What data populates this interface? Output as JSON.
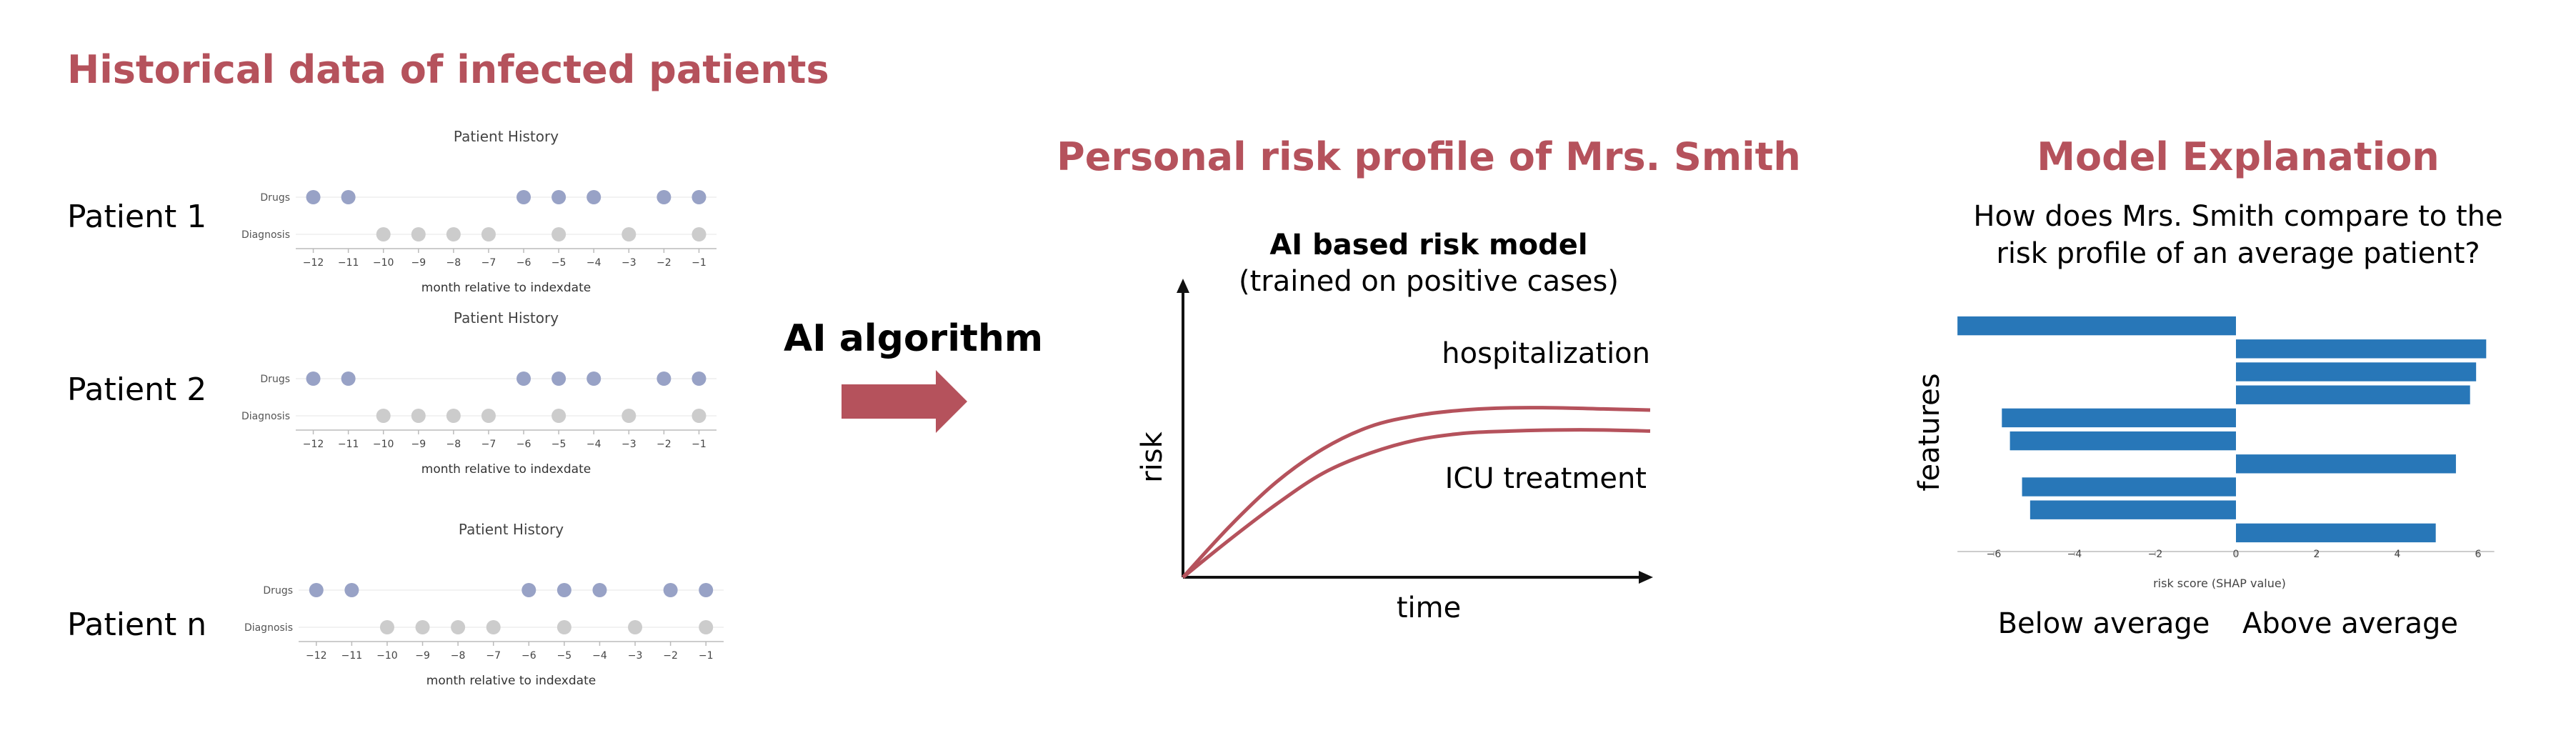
{
  "left": {
    "heading": "Historical data of infected patients",
    "panels": [
      {
        "patient_label": "Patient 1",
        "title": "Patient History",
        "row_labels": [
          "Drugs",
          "Diagnosis"
        ],
        "xlabel": "month relative to indexdate"
      },
      {
        "patient_label": "Patient 2",
        "title": "Patient History",
        "row_labels": [
          "Drugs",
          "Diagnosis"
        ],
        "xlabel": "month relative to indexdate"
      },
      {
        "patient_label": "Patient n",
        "title": "Patient History",
        "row_labels": [
          "Drugs",
          "Diagnosis"
        ],
        "xlabel": "month relative to indexdate"
      }
    ]
  },
  "middle": {
    "arrow_label": "AI algorithm",
    "heading": "Personal risk profile of Mrs. Smith",
    "model_title_line1": "AI based risk model",
    "model_title_line2": "(trained on positive cases)",
    "curve_labels": [
      "hospitalization",
      "ICU treatment"
    ],
    "xlabel": "time",
    "ylabel": "risk"
  },
  "right": {
    "heading": "Model Explanation",
    "question_line1": "How does Mrs. Smith compare to the",
    "question_line2": "risk profile of an average patient?",
    "below_label": "Below average",
    "above_label": "Above average"
  },
  "colors": {
    "heading": "#b5525c",
    "drug_dot": "#98a2c6",
    "diagnosis_dot": "#cccccc",
    "curve": "#b5525c",
    "arrow": "#b5525c",
    "bar": "#2877b8"
  },
  "chart_data": [
    {
      "type": "scatter",
      "title": "Patient History",
      "xlabel": "month relative to indexdate",
      "categories": [
        "Drugs",
        "Diagnosis"
      ],
      "x_ticks": [
        -12,
        -11,
        -10,
        -9,
        -8,
        -7,
        -6,
        -5,
        -4,
        -3,
        -2,
        -1
      ],
      "xlim": [
        -12.5,
        -0.5
      ],
      "series": [
        {
          "name": "Drugs",
          "x": [
            -12,
            -11,
            -6,
            -5,
            -4,
            -2,
            -1
          ]
        },
        {
          "name": "Diagnosis",
          "x": [
            -10,
            -9,
            -8,
            -7,
            -5,
            -3,
            -1
          ]
        }
      ]
    },
    {
      "type": "scatter",
      "title": "Patient History",
      "xlabel": "month relative to indexdate",
      "categories": [
        "Drugs",
        "Diagnosis"
      ],
      "x_ticks": [
        -12,
        -11,
        -10,
        -9,
        -8,
        -7,
        -6,
        -5,
        -4,
        -3,
        -2,
        -1
      ],
      "xlim": [
        -12.5,
        -0.5
      ],
      "series": [
        {
          "name": "Drugs",
          "x": [
            -12,
            -11,
            -6,
            -5,
            -4,
            -2,
            -1
          ]
        },
        {
          "name": "Diagnosis",
          "x": [
            -10,
            -9,
            -8,
            -7,
            -5,
            -3,
            -1
          ]
        }
      ]
    },
    {
      "type": "scatter",
      "title": "Patient History",
      "xlabel": "month relative to indexdate",
      "categories": [
        "Drugs",
        "Diagnosis"
      ],
      "x_ticks": [
        -12,
        -11,
        -10,
        -9,
        -8,
        -7,
        -6,
        -5,
        -4,
        -3,
        -2,
        -1
      ],
      "xlim": [
        -12.5,
        -0.5
      ],
      "series": [
        {
          "name": "Drugs",
          "x": [
            -12,
            -11,
            -6,
            -5,
            -4,
            -2,
            -1
          ]
        },
        {
          "name": "Diagnosis",
          "x": [
            -10,
            -9,
            -8,
            -7,
            -5,
            -3,
            -1
          ]
        }
      ]
    },
    {
      "type": "line",
      "title": "AI based risk model (trained on positive cases)",
      "xlabel": "time",
      "ylabel": "risk",
      "series": [
        {
          "name": "hospitalization",
          "x": [
            0,
            0.1,
            0.2,
            0.3,
            0.4,
            0.5,
            0.6,
            0.7,
            0.8,
            0.9,
            1.0
          ],
          "y": [
            0,
            0.23,
            0.43,
            0.58,
            0.68,
            0.73,
            0.755,
            0.765,
            0.765,
            0.76,
            0.755
          ]
        },
        {
          "name": "ICU treatment",
          "x": [
            0,
            0.1,
            0.2,
            0.3,
            0.4,
            0.5,
            0.6,
            0.7,
            0.8,
            0.9,
            1.0
          ],
          "y": [
            0,
            0.17,
            0.33,
            0.47,
            0.56,
            0.62,
            0.65,
            0.66,
            0.665,
            0.665,
            0.66
          ]
        }
      ]
    },
    {
      "type": "bar",
      "orientation": "horizontal",
      "xlabel": "risk score (SHAP value)",
      "ylabel": "features",
      "x_ticks": [
        -6,
        -4,
        -2,
        0,
        2,
        4,
        6
      ],
      "xlim": [
        -6.9,
        6.4
      ],
      "values": [
        -6.9,
        6.2,
        5.95,
        5.8,
        -5.8,
        -5.6,
        5.45,
        -5.3,
        -5.1,
        4.95
      ]
    }
  ]
}
